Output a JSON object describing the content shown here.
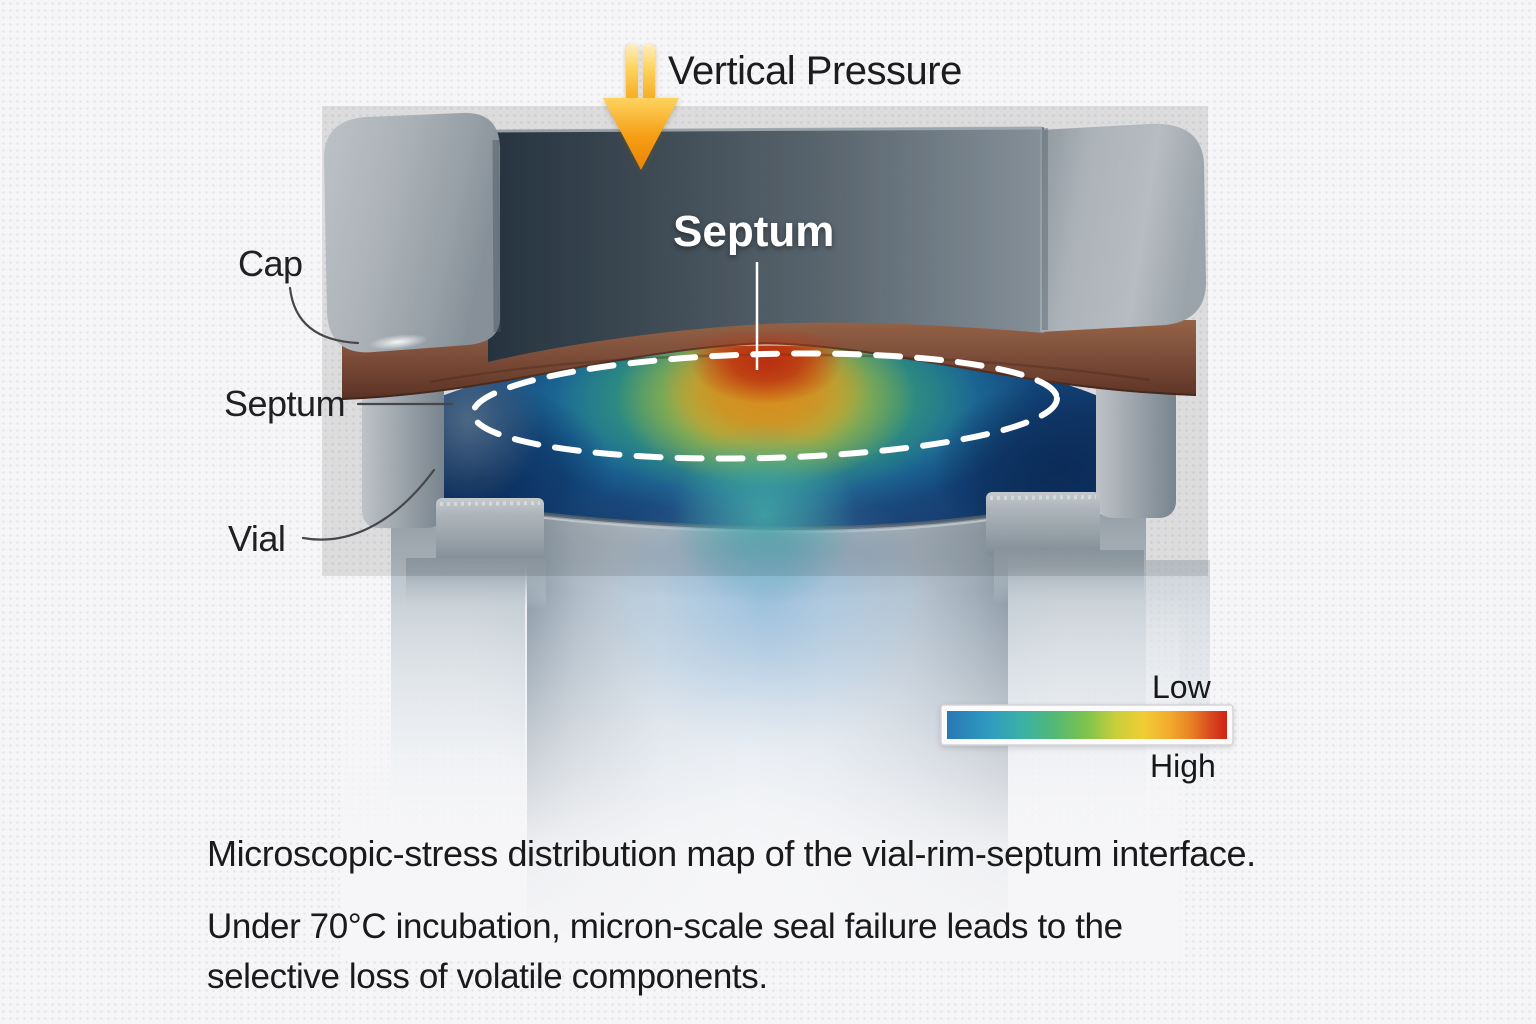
{
  "scene": {
    "pressure_label": "Vertical Pressure",
    "part_labels": {
      "cap": "Cap",
      "septum_side": "Septum",
      "vial": "Vial",
      "septum_main": "Septum"
    },
    "legend": {
      "low_label": "Low",
      "high_label": "High",
      "colormap": [
        "#2878b3",
        "#2f99c2",
        "#3bb1a6",
        "#51b876",
        "#7fc34c",
        "#c6cf3b",
        "#f0cd35",
        "#f3ac2e",
        "#e88325",
        "#db5220",
        "#ce2418"
      ]
    },
    "caption": {
      "title": "Microscopic-stress distribution map of the vial-rim-septum interface.",
      "body_line1": "Under 70°C incubation, micron-scale seal failure leads to the",
      "body_line2": "selective loss of volatile components."
    },
    "icons": {
      "pressure_arrow": "down-arrow-icon"
    },
    "colors": {
      "background": "#f6f6f8",
      "cap_gray": "#b7c0c7",
      "cap_cut_face": "#3a4854",
      "septum_brown": "#8a5640",
      "stress_low": "#1d6fb3",
      "stress_high": "#ce2418",
      "arrow_orange": "#f39c12",
      "text": "#1b1b1d"
    }
  }
}
